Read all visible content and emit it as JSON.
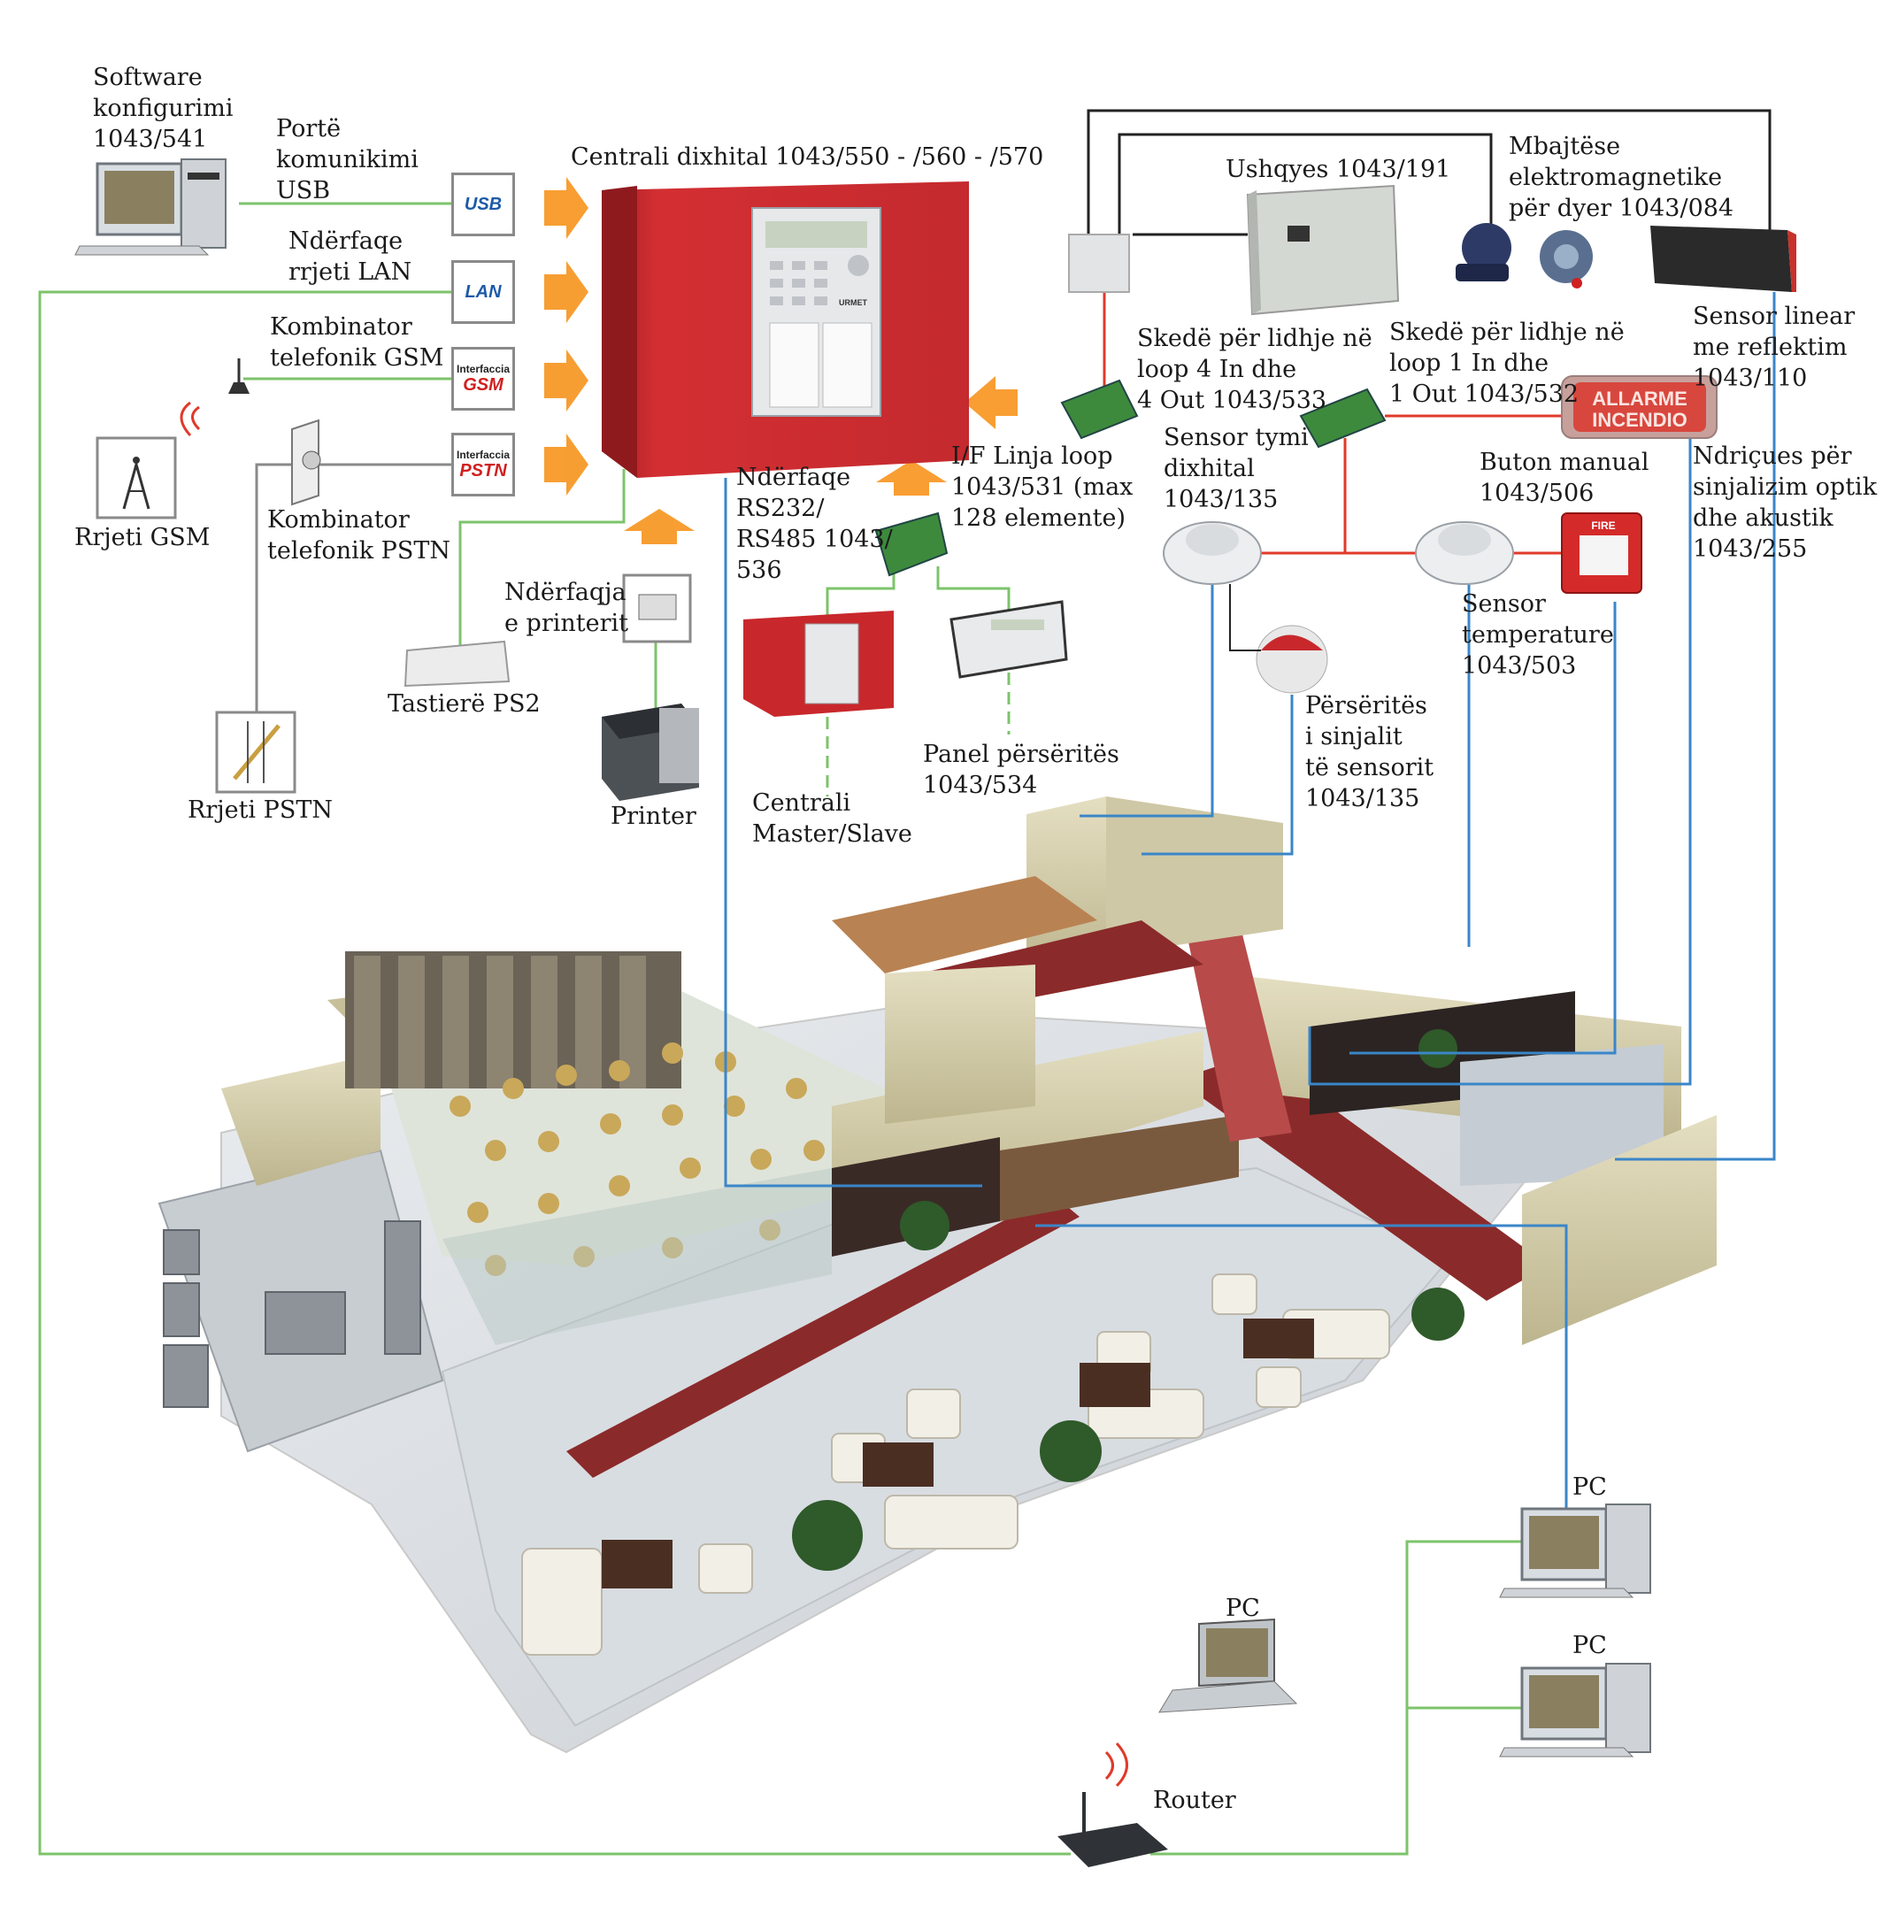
{
  "labels": {
    "software": "Software\nkonfigurimi\n1043/541",
    "usb_port": "Portë\nkomunikimi\nUSB",
    "lan_iface": "Ndërfaqe\nrrjeti LAN",
    "gsm_comb": "Kombinator\ntelefonik GSM",
    "gsm_net": "Rrjeti GSM",
    "pstn_comb": "Kombinator\ntelefonik PSTN",
    "pstn_net": "Rrjeti PSTN",
    "keyboard": "Tastierë PS2",
    "printer_iface": "Ndërfaqja\ne printerit",
    "printer": "Printer",
    "central": "Centrali dixhital 1043/550 - /560 - /570",
    "rs232": "Ndërfaqe\nRS232/\nRS485 1043/\n536",
    "loop_if": "I/F Linja loop\n1043/531 (max\n128 elemente)",
    "master_slave": "Centrali\nMaster/Slave",
    "repeater_panel": "Panel përsëritës\n1043/534",
    "power": "Ushqyes 1043/191",
    "door_holder": "Mbajtëse\nelektromagnetike\npër dyer 1043/084",
    "linear": "Sensor linear\nme reflektim\n1043/110",
    "card4": "Skedë për lidhje në\nloop 4 In dhe\n4 Out 1043/533",
    "card1": "Skedë për lidhje në\nloop 1 In dhe\n1 Out 1043/532",
    "smoke": "Sensor tymi\ndixhital\n1043/135",
    "button": "Buton manual\n1043/506",
    "beacon_lbl": "Ndriçues për\nsinjalizim optik\ndhe akustik\n1043/255",
    "temp": "Sensor\ntemperature\n1043/503",
    "repeater": "Përsëritës\ni sinjalit\ntë sensorit\n1043/135",
    "pc1": "PC",
    "pc2": "PC",
    "pc3": "PC",
    "router": "Router"
  },
  "interfaces": {
    "usb": {
      "top": "",
      "bottom": "USB"
    },
    "lan": {
      "top": "",
      "bottom": "LAN"
    },
    "gsm": {
      "top": "Interfaccia",
      "bottom": "GSM"
    },
    "pstn": {
      "top": "Interfaccia",
      "bottom": "PSTN"
    }
  },
  "panel": {
    "brand": "URMET"
  },
  "beacon": {
    "line1": "ALLARME",
    "line2": "INCENDIO"
  },
  "call_point": {
    "text": "FIRE"
  },
  "colors": {
    "green_wire": "#7dc36b",
    "blue_wire": "#3a86c8",
    "red_wire": "#e03a2a",
    "black_wire": "#222222",
    "panel_red": "#c8282c",
    "arrow_orange": "#f7941d",
    "floor_red": "#8b2a2a",
    "wall_beige": "#d9d2b0"
  }
}
